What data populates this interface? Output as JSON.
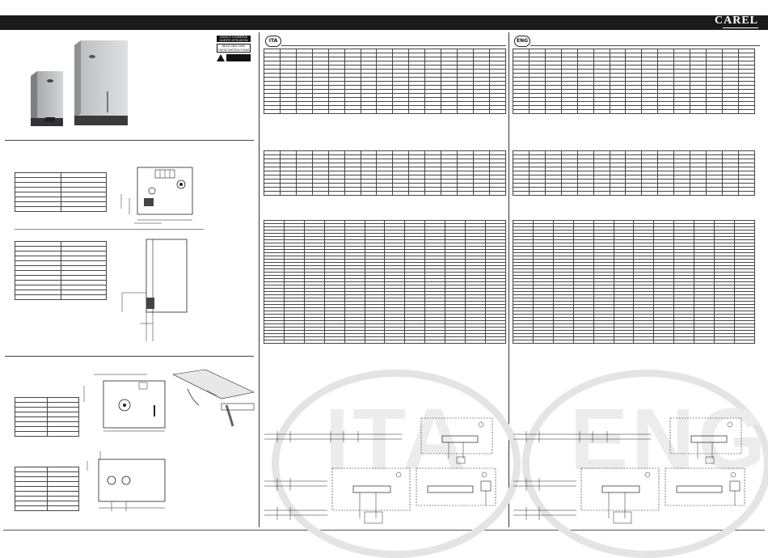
{
  "header": {
    "brand": "CAREL"
  },
  "warning_label": {
    "line1": "LEGGI E CONSERVA QUESTE ISTRUZIONI",
    "line2": "READ AND SAVE THESE INSTRUCTIONS"
  },
  "sections": [
    {
      "lang": "ITA"
    },
    {
      "lang": "ENG"
    }
  ],
  "watermarks": [
    "ITA",
    "ENG"
  ],
  "colors": {
    "topbar": "#1a1a1a",
    "line": "#444444",
    "watermark": "#e4e4e4"
  }
}
